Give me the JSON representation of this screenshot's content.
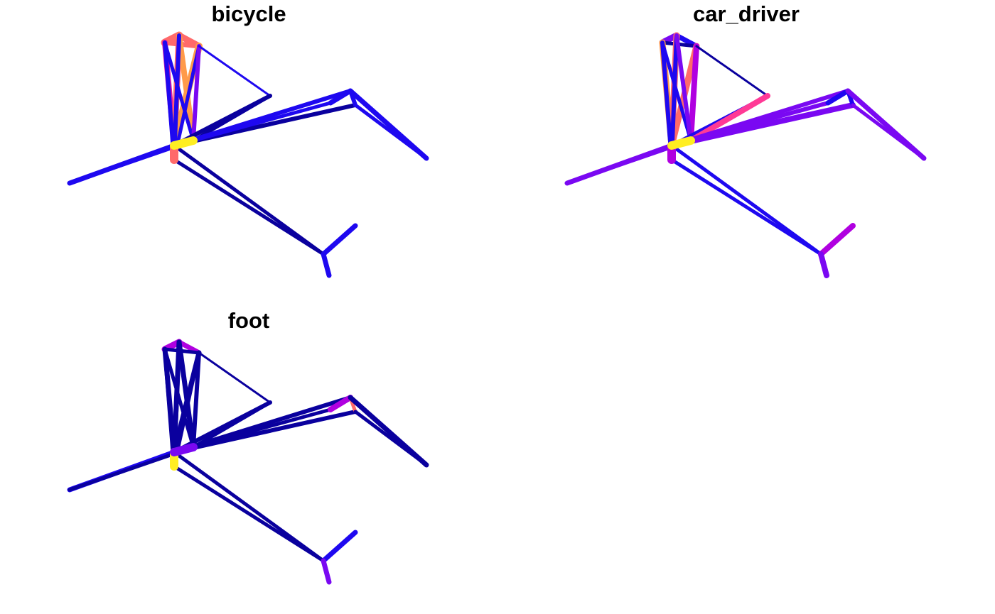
{
  "panels": [
    {
      "title": "bicycle"
    },
    {
      "title": "car_driver"
    },
    {
      "title": "foot"
    }
  ],
  "colors": {
    "background": "#ffffff",
    "title": "#000000",
    "navy": "#0a009e",
    "blue": "#1e08f0",
    "violet": "#7a08f2",
    "purple": "#b000e0",
    "magenta": "#e01ca8",
    "pink": "#ff3a96",
    "coral": "#ff6a6a",
    "orange": "#ff9a4a",
    "yellow": "#ffee22"
  }
}
